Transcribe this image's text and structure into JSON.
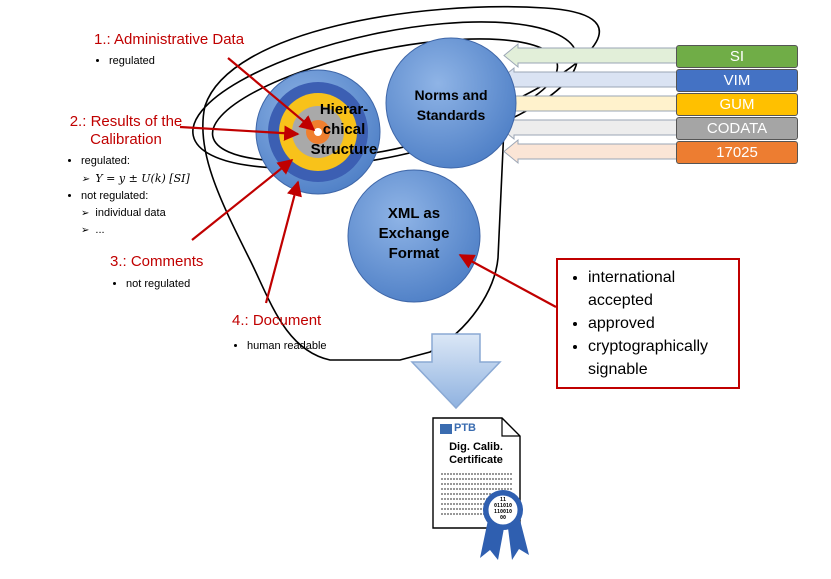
{
  "labels": {
    "admin_title": "1.: Administrative Data",
    "admin_note": "regulated",
    "results_title_1": "2.: Results of the",
    "results_title_2": "Calibration",
    "results_note_regulated": "regulated:",
    "results_formula": "Y = y ± U(k) [SI]",
    "results_note_not_regulated": "not regulated:",
    "results_sub_individual": "individual data",
    "results_sub_more": "...",
    "comments_title": "3.: Comments",
    "comments_note": "not regulated",
    "document_title": "4.: Document",
    "document_note": "human readable"
  },
  "circles": {
    "hier_line1": "Hierar-",
    "hier_line2": "chical",
    "hier_line3": "Structure",
    "norms_line1": "Norms and",
    "norms_line2": "Standards",
    "xml_line1": "XML as",
    "xml_line2": "Exchange",
    "xml_line3": "Format"
  },
  "standards": [
    {
      "label": "SI",
      "color": "#70ad47",
      "arrow": "#e2efd9"
    },
    {
      "label": "VIM",
      "color": "#4472c4",
      "arrow": "#dae3f3"
    },
    {
      "label": "GUM",
      "color": "#ffc000",
      "arrow": "#fff2cc"
    },
    {
      "label": "CODATA",
      "color": "#a5a5a5",
      "arrow": "#ededed"
    },
    {
      "label": "17025",
      "color": "#ed7d31",
      "arrow": "#fbe5d6"
    }
  ],
  "xml_props": [
    "international accepted",
    "approved",
    "cryptographically signable"
  ],
  "certificate": {
    "logo": "PTB",
    "title_line1": "Dig. Calib.",
    "title_line2": "Certificate",
    "seal_line1": "11",
    "seal_line2": "011010",
    "seal_line3": "110010",
    "seal_line4": "00"
  },
  "colors": {
    "accent_red": "#c00000",
    "circle_blue": "#5b8bd0",
    "funnel_outline": "#000000"
  }
}
